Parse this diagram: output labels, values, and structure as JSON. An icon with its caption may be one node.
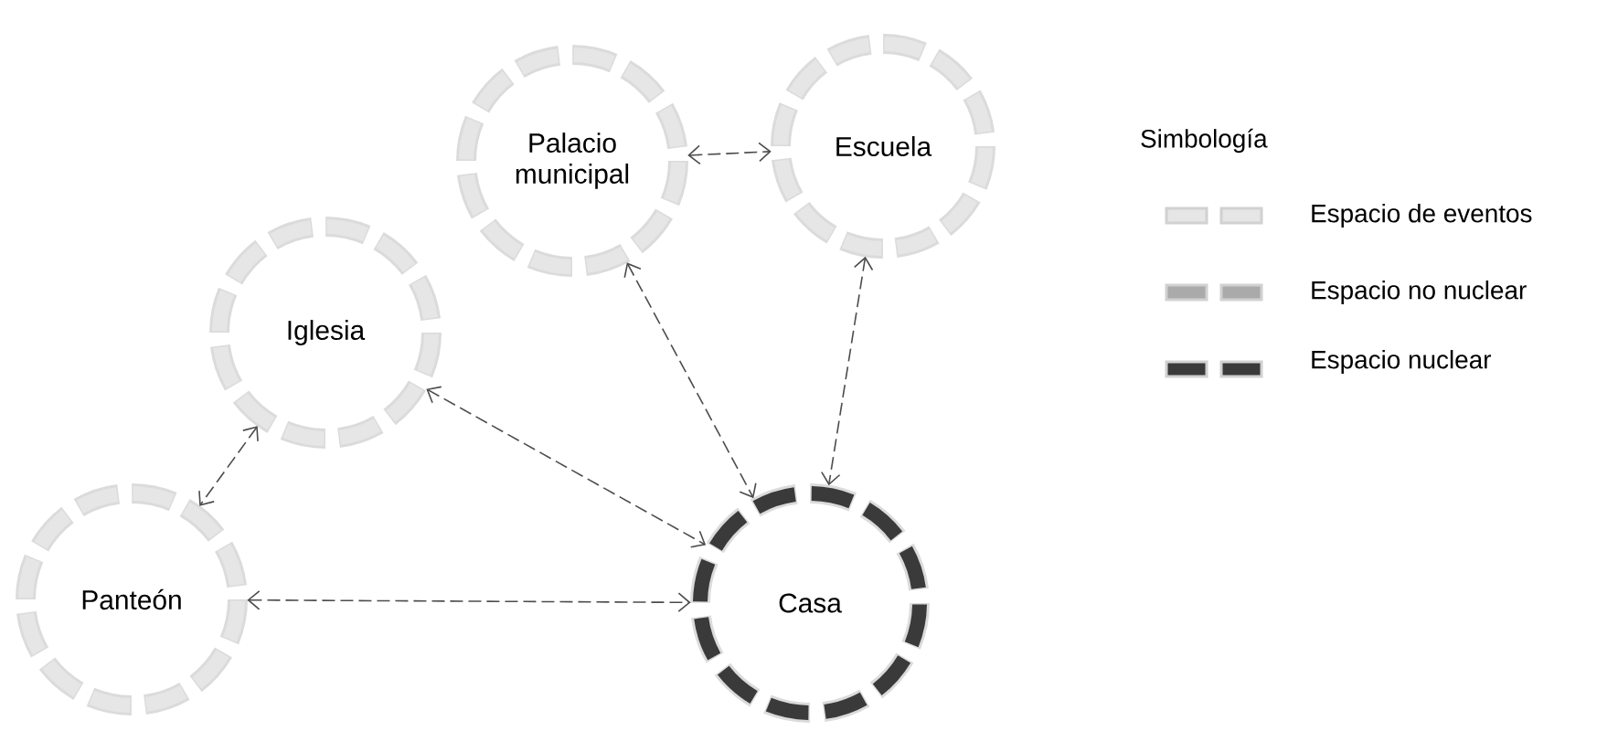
{
  "diagram": {
    "nodes": [
      {
        "text": [
          "Palacio municipal"
        ]
      },
      {
        "text": [
          "Escuela"
        ]
      },
      {
        "text": [
          "Iglesia"
        ]
      },
      {
        "text": [
          "Panteón"
        ]
      },
      {
        "text": [
          "Casa"
        ]
      }
    ],
    "edges": [
      {
        "from": 0,
        "to": 1,
        "arrow": "both"
      },
      {
        "from": 0,
        "to": 4,
        "arrow": "both"
      },
      {
        "from": 1,
        "to": 4,
        "arrow": "both"
      },
      {
        "from": 2,
        "to": 4,
        "arrow": "both"
      },
      {
        "from": 2,
        "to": 3,
        "arrow": "both"
      },
      {
        "from": 3,
        "to": 4,
        "arrow": "both"
      }
    ],
    "labels": [
      "Simbología"
    ],
    "legend": [
      {
        "text": "Espacio de eventos",
        "color": "#e6e6e6"
      },
      {
        "text": "Espacio no nuclear",
        "color": "#aaaaaa"
      },
      {
        "text": "Espacio nuclear",
        "color": "#3a3a3a"
      }
    ]
  }
}
